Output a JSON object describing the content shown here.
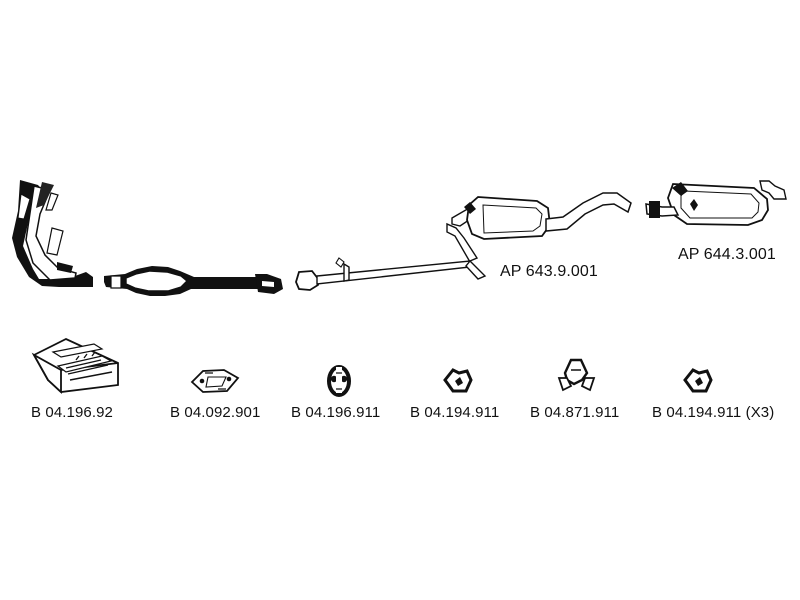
{
  "diagram": {
    "exhaust_system": {
      "middle_part_number": "AP 643.9.001",
      "rear_part_number": "AP 644.3.001"
    },
    "accessories": [
      {
        "part_number": "B 04.196.92"
      },
      {
        "part_number": "B 04.092.901"
      },
      {
        "part_number": "B 04.196.911"
      },
      {
        "part_number": "B 04.194.911"
      },
      {
        "part_number": "B 04.871.911"
      },
      {
        "part_number": "B 04.194.911 (X3)"
      }
    ]
  }
}
